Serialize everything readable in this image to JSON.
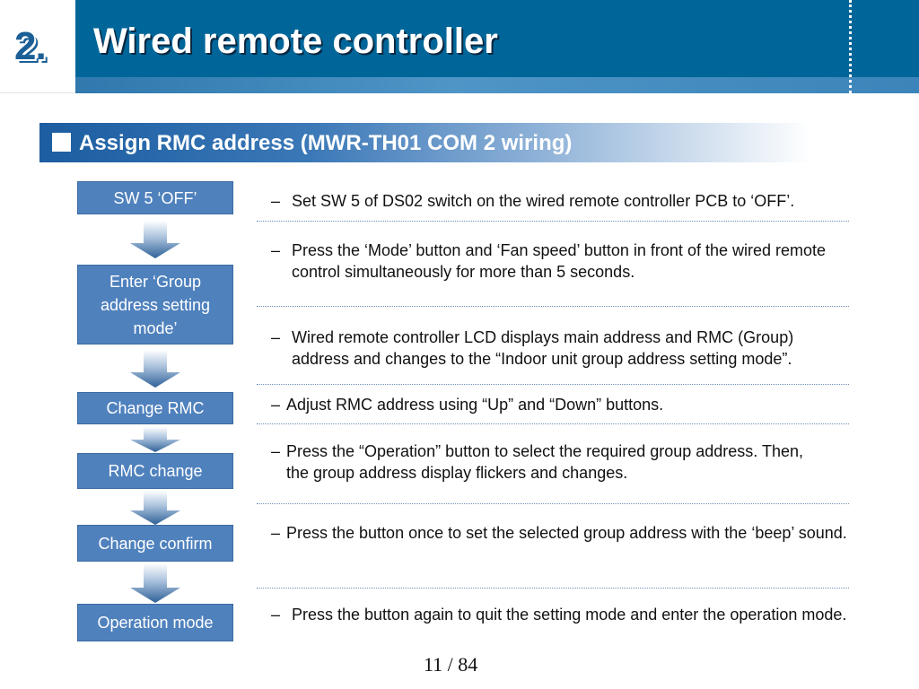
{
  "header": {
    "section_number": "2.",
    "title": "Wired remote controller"
  },
  "subtitle": "Assign RMC address (MWR-TH01 COM 2 wiring)",
  "steps": [
    {
      "label": "SW 5 ‘OFF’"
    },
    {
      "label": "Enter ‘Group address setting mode’"
    },
    {
      "label": "Change RMC"
    },
    {
      "label": "RMC change"
    },
    {
      "label": "Change confirm"
    },
    {
      "label": "Operation mode"
    }
  ],
  "descriptions": [
    {
      "dash": "–",
      "text": "Set SW 5 of DS02 switch on the wired remote controller PCB to ‘OFF’."
    },
    {
      "dash": "–",
      "text": "Press the ‘Mode’ button and ‘Fan speed’ button in front of the wired remote control simultaneously for more than 5 seconds."
    },
    {
      "dash": "–",
      "text": "Wired remote controller LCD displays main address and RMC (Group) address and changes to the “Indoor unit group address setting mode”."
    },
    {
      "dash": "–",
      "text": "Adjust RMC address using “Up” and  “Down” buttons."
    },
    {
      "dash": "–",
      "text": "Press the “Operation” button to select the required group address. Then, the group address display flickers and changes."
    },
    {
      "dash": "–",
      "text": "Press the button once to set the selected group address with the ‘beep’ sound."
    },
    {
      "dash": "–",
      "text": "Press the button again to quit the setting mode and enter the operation mode."
    }
  ],
  "page": "11 / 84",
  "colors": {
    "header_bg": "#006699",
    "step_box": "#4f81bd",
    "section_number": "#1c5f96"
  }
}
